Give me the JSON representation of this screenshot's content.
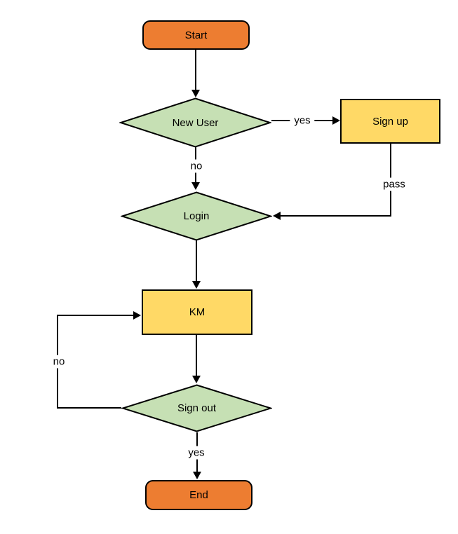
{
  "diagram": {
    "type": "flowchart",
    "background": "#ffffff",
    "colors": {
      "terminator_fill": "#ED7D31",
      "process_fill": "#FFD966",
      "decision_fill": "#C6E0B4",
      "line": "#000000",
      "text": "#000000"
    },
    "nodes": [
      {
        "id": "start",
        "shape": "terminator",
        "label": "Start"
      },
      {
        "id": "new-user",
        "shape": "decision",
        "label": "New User"
      },
      {
        "id": "sign-up",
        "shape": "process",
        "label": "Sign up"
      },
      {
        "id": "login",
        "shape": "decision",
        "label": "Login"
      },
      {
        "id": "km",
        "shape": "process",
        "label": "KM"
      },
      {
        "id": "sign-out",
        "shape": "decision",
        "label": "Sign out"
      },
      {
        "id": "end",
        "shape": "terminator",
        "label": "End"
      }
    ],
    "edges": [
      {
        "from": "start",
        "to": "new-user",
        "label": ""
      },
      {
        "from": "new-user",
        "to": "sign-up",
        "label": "yes"
      },
      {
        "from": "new-user",
        "to": "login",
        "label": "no"
      },
      {
        "from": "sign-up",
        "to": "login",
        "label": "pass"
      },
      {
        "from": "login",
        "to": "km",
        "label": ""
      },
      {
        "from": "km",
        "to": "sign-out",
        "label": ""
      },
      {
        "from": "sign-out",
        "to": "km",
        "label": "no"
      },
      {
        "from": "sign-out",
        "to": "end",
        "label": "yes"
      }
    ]
  }
}
